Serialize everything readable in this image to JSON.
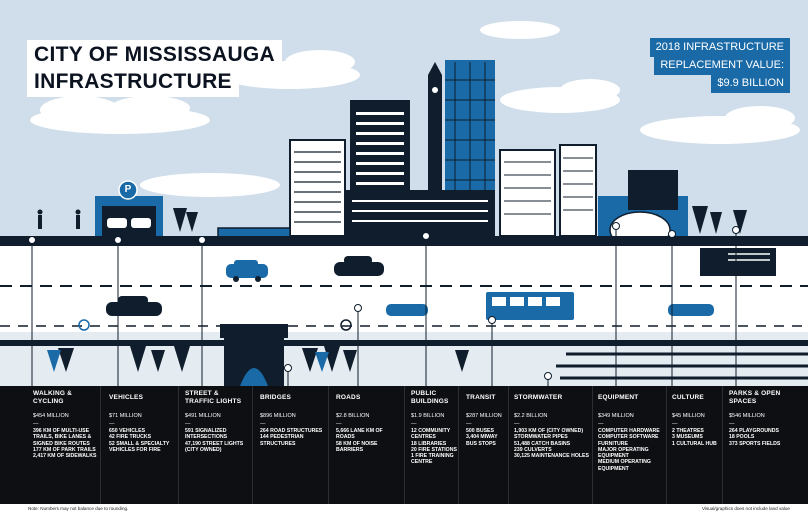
{
  "title": {
    "line1": "CITY OF MISSISSAUGA",
    "line2": "INFRASTRUCTURE"
  },
  "value_box": {
    "line1": "2018 INFRASTRUCTURE",
    "line2": "REPLACEMENT VALUE:",
    "line3": "$9.9 BILLION"
  },
  "parking_sign": "P",
  "colors": {
    "sky": "#cfdeea",
    "cloud": "#ffffff",
    "navy": "#0f1d2c",
    "blue": "#1a6aa8",
    "dark": "#0d0f12"
  },
  "categories": [
    {
      "title": "WALKING & CYCLING",
      "money": "$454 MILLION",
      "items": [
        "396 KM OF MULTI-USE TRAILS, BIKE LANES & SIGNED BIKE ROUTES",
        "177 KM OF PARK TRAILS",
        "2,417 KM OF SIDEWALKS"
      ]
    },
    {
      "title": "VEHICLES",
      "money": "$71 MILLION",
      "items": [
        "650 VEHICLES",
        "42 FIRE TRUCKS",
        "52 SMALL & SPECIALTY VEHICLES FOR FIRE"
      ]
    },
    {
      "title": "STREET & TRAFFIC LIGHTS",
      "money": "$491 MILLION",
      "items": [
        "591 SIGNALIZED INTERSECTIONS",
        "47,190 STREET LIGHTS (CITY OWNED)"
      ]
    },
    {
      "title": "BRIDGES",
      "money": "$896 MILLION",
      "items": [
        "264 ROAD STRUCTURES",
        "144 PEDESTRIAN STRUCTURES"
      ]
    },
    {
      "title": "ROADS",
      "money": "$2.8 BILLION",
      "items": [
        "5,666 LANE KM OF ROADS",
        "58 KM OF NOISE BARRIERS"
      ]
    },
    {
      "title": "PUBLIC BUILDINGS",
      "money": "$1.9 BILLION",
      "items": [
        "12 COMMUNITY CENTRES",
        "18 LIBRARIES",
        "20 FIRE STATIONS",
        "1 FIRE TRAINING CENTRE"
      ]
    },
    {
      "title": "TRANSIT",
      "money": "$287 MILLION",
      "items": [
        "500 BUSES",
        "3,404 MIWAY BUS STOPS"
      ]
    },
    {
      "title": "STORMWATER",
      "money": "$2.2 BILLION",
      "items": [
        "1,903 KM OF (CITY OWNED) STORMWATER PIPES",
        "51,488 CATCH BASINS",
        "239 CULVERTS",
        "30,125 MAINTENANCE HOLES"
      ]
    },
    {
      "title": "EQUIPMENT",
      "money": "$349 MILLION",
      "items": [
        "COMPUTER HARDWARE",
        "COMPUTER SOFTWARE",
        "FURNITURE",
        "MAJOR OPERATING EQUIPMENT",
        "MEDIUM OPERATING EQUIPMENT"
      ]
    },
    {
      "title": "CULTURE",
      "money": "$45 MILLION",
      "items": [
        "2 THEATRES",
        "3 MUSEUMS",
        "1 CULTURAL HUB"
      ]
    },
    {
      "title": "PARKS & OPEN SPACES",
      "money": "$546 MILLION",
      "items": [
        "264 PLAYGROUNDS",
        "18 POOLS",
        "373 SPORTS FIELDS"
      ]
    }
  ],
  "dash": "—",
  "notes": {
    "left": "Note: Numbers may not balance due to rounding.",
    "right": "Visual/graphics does not include land value"
  }
}
